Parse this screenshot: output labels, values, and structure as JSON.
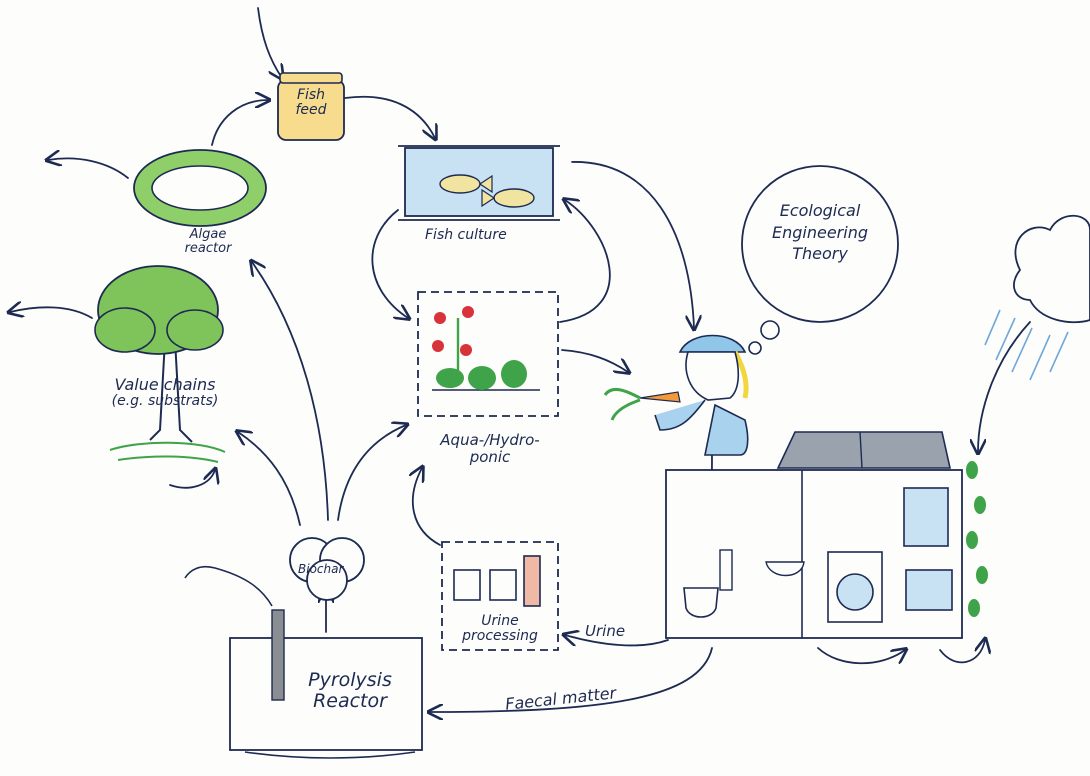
{
  "labels": {
    "fish_feed": [
      "Fish",
      "feed"
    ],
    "algae_reactor": [
      "Algae",
      "reactor"
    ],
    "fish_culture": "Fish culture",
    "value_chains": [
      "Value chains",
      "(e.g. substrats)"
    ],
    "aquaponic": [
      "Aqua-/Hydro-",
      "ponic"
    ],
    "biochar": "Biochar",
    "urine_processing": [
      "Urine",
      "processing"
    ],
    "pyrolysis_reactor": [
      "Pyrolysis",
      "Reactor"
    ],
    "urine": "Urine",
    "faecal_matter": "Faecal matter",
    "thought": [
      "Ecological",
      "Engineering",
      "Theory"
    ]
  },
  "colors": {
    "ink": "#1d2a52",
    "algae_green": "#8fcf6a",
    "tree_green": "#7fc45a",
    "water_blue": "#c9e2f3",
    "fish_yellow": "#f1e3a0",
    "feed_jar": "#f6dc8c",
    "tomato_red": "#d8323a",
    "leaf_green": "#3fa34a",
    "carrot_orange": "#f29a3a",
    "helmet_blue": "#8fc6ea",
    "hair_yellow": "#f2d640",
    "shirt_blue": "#a9d2ef",
    "pipe_grey": "#8a8d92",
    "rain_blue": "#6fa8d8",
    "solar_grey": "#9aa3ad",
    "urine_tube": "#f0b9a6"
  }
}
